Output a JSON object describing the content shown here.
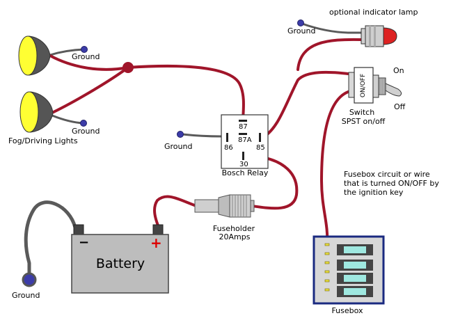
{
  "colors": {
    "wire_red": "#a0152a",
    "wire_grey": "#5a5a5a",
    "ground_blue": "#3c3ca8",
    "lamp_yellow": "#ffff33",
    "lamp_housing": "#555555",
    "battery_body": "#bdbdbd",
    "battery_plus": "#dd0000",
    "relay_body": "#ffffff",
    "fusebox_border": "#1a2a80",
    "fuse_aqua": "#9fe8e0",
    "indicator_red": "#dd2222"
  },
  "labels": {
    "ground_fog_top": "Ground",
    "ground_fog_bottom": "Ground",
    "fog_lights": "Fog/Driving Lights",
    "ground_relay": "Ground",
    "ground_indicator": "Ground",
    "ground_battery": "Ground",
    "indicator_lamp": "optional indicator lamp",
    "switch_on": "On",
    "switch_off": "Off",
    "switch_face": "ON/OFF",
    "switch_title": "Switch",
    "switch_type": "SPST on/off",
    "relay_name": "Bosch Relay",
    "fuseholder_title": "Fuseholder",
    "fuseholder_rating": "20Amps",
    "battery": "Battery",
    "battery_minus": "−",
    "battery_plus": "+",
    "fusebox_note_line1": "Fusebox circuit or wire",
    "fusebox_note_line2": "that is turned ON/OFF by",
    "fusebox_note_line3": "the ignition key",
    "fusebox": "Fusebox"
  },
  "relay_pins": {
    "pin_87": "87",
    "pin_87a": "87A",
    "pin_86": "86",
    "pin_85": "85",
    "pin_30": "30"
  }
}
